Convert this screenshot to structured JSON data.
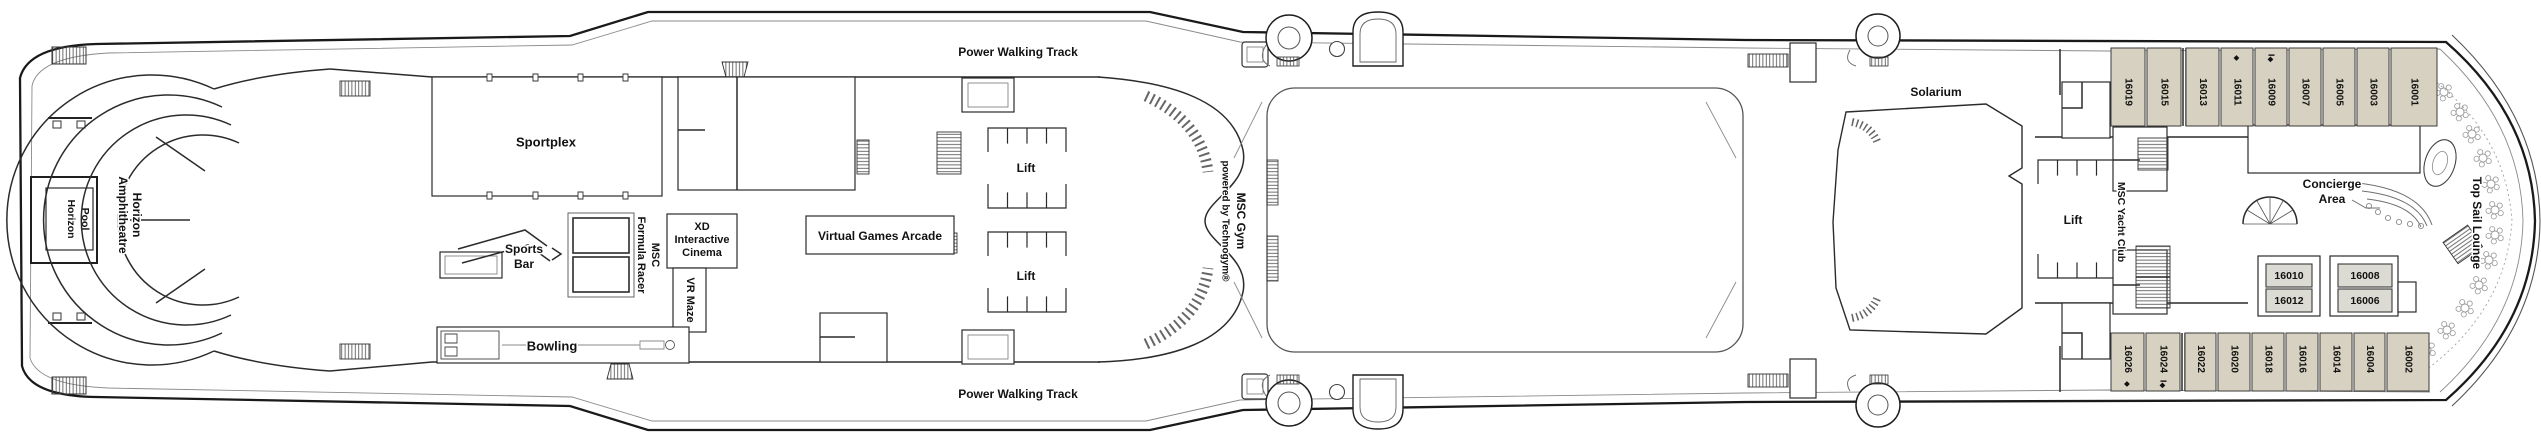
{
  "deck_plan": {
    "labels": {
      "horizon_pool": [
        "Horizon",
        "Pool"
      ],
      "amphitheatre": [
        "Amphitheatre",
        "Horizon"
      ],
      "sportplex": "Sportplex",
      "sports_bar": [
        "Sports",
        "Bar"
      ],
      "formula_racer": [
        "Formula Racer",
        "MSC"
      ],
      "xd_cinema": [
        "XD",
        "Interactive",
        "Cinema"
      ],
      "vr_maze": "VR Maze",
      "bowling": "Bowling",
      "virtual_games_arcade": "Virtual Games Arcade",
      "power_walking_track": "Power Walking Track",
      "lift": "Lift",
      "msc_gym": [
        "MSC Gym",
        "powered by Technogym®"
      ],
      "solarium": "Solarium",
      "msc_yacht_club": "MSC Yacht Club",
      "concierge_area": [
        "Concierge",
        "Area"
      ],
      "top_sail_lounge": "Top Sail Lounge"
    },
    "cabins": {
      "top_row": [
        {
          "number": "16019",
          "symbols": ""
        },
        {
          "number": "16015",
          "symbols": ""
        },
        {
          "number": "16013",
          "symbols": ""
        },
        {
          "number": "16011",
          "symbols": "◆"
        },
        {
          "number": "16009",
          "symbols": "I◆"
        },
        {
          "number": "16007",
          "symbols": ""
        },
        {
          "number": "16005",
          "symbols": ""
        },
        {
          "number": "16003",
          "symbols": ""
        },
        {
          "number": "16001",
          "symbols": ""
        }
      ],
      "bottom_row": [
        {
          "number": "16026",
          "symbols": "◆"
        },
        {
          "number": "16024",
          "symbols": "I◆"
        },
        {
          "number": "16022",
          "symbols": ""
        },
        {
          "number": "16020",
          "symbols": ""
        },
        {
          "number": "16018",
          "symbols": ""
        },
        {
          "number": "16016",
          "symbols": ""
        },
        {
          "number": "16014",
          "symbols": ""
        },
        {
          "number": "16004",
          "symbols": ""
        },
        {
          "number": "16002",
          "symbols": ""
        }
      ],
      "inner": [
        {
          "number": "16010"
        },
        {
          "number": "16012"
        },
        {
          "number": "16008"
        },
        {
          "number": "16006"
        }
      ]
    },
    "colors": {
      "cabin_fill": "#d6d1c0",
      "inner_cabin_fill": "#dcdbd3",
      "wall": "#2b2b2b",
      "hull": "#1a1a1a",
      "text": "#121212"
    }
  }
}
